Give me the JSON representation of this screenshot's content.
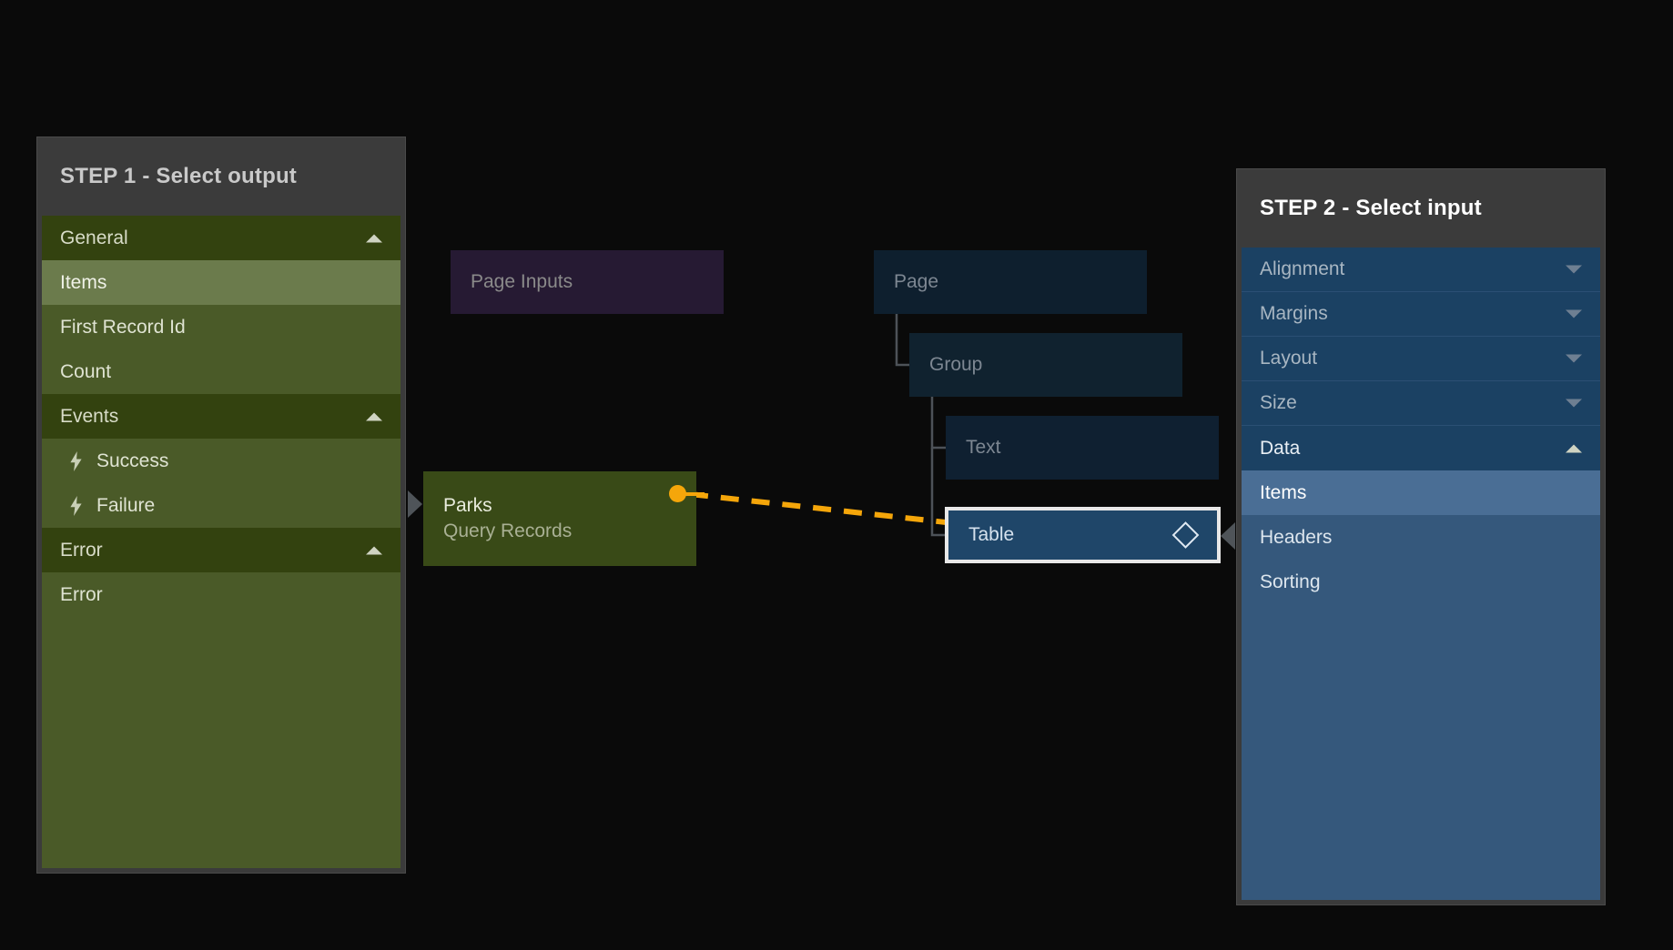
{
  "canvas": {
    "background": "#0a0a0a",
    "accent_orange": "#f5a60a",
    "selected_border": "#e8e8e8"
  },
  "step1": {
    "title": "STEP 1 - Select output",
    "header_color": "#3b3b3b",
    "body_color": "#4a5a28",
    "rows": [
      {
        "label": "General",
        "type": "group",
        "icon": "chevron-up-icon",
        "selected": false
      },
      {
        "label": "Items",
        "type": "leaf",
        "icon": "",
        "selected": true
      },
      {
        "label": "First Record Id",
        "type": "leaf",
        "icon": "",
        "selected": false
      },
      {
        "label": "Count",
        "type": "leaf",
        "icon": "",
        "selected": false
      },
      {
        "label": "Events",
        "type": "group",
        "icon": "chevron-up-icon",
        "selected": false
      },
      {
        "label": "Success",
        "type": "event",
        "icon": "lightning-icon",
        "selected": false
      },
      {
        "label": "Failure",
        "type": "event",
        "icon": "lightning-icon",
        "selected": false
      },
      {
        "label": "Error",
        "type": "group",
        "icon": "chevron-up-icon",
        "selected": false
      },
      {
        "label": "Error",
        "type": "leaf",
        "icon": "",
        "selected": false
      }
    ]
  },
  "step2": {
    "title": "STEP 2 - Select input",
    "header_color": "#3b3b3b",
    "body_color": "#35587c",
    "rows": [
      {
        "label": "Alignment",
        "type": "group",
        "icon": "chevron-down-icon",
        "selected": false,
        "active": false
      },
      {
        "label": "Margins",
        "type": "group",
        "icon": "chevron-down-icon",
        "selected": false,
        "active": false
      },
      {
        "label": "Layout",
        "type": "group",
        "icon": "chevron-down-icon",
        "selected": false,
        "active": false
      },
      {
        "label": "Size",
        "type": "group",
        "icon": "chevron-down-icon",
        "selected": false,
        "active": false
      },
      {
        "label": "Data",
        "type": "group",
        "icon": "chevron-up-icon",
        "selected": false,
        "active": true
      },
      {
        "label": "Items",
        "type": "leaf",
        "icon": "",
        "selected": true,
        "active": false
      },
      {
        "label": "Headers",
        "type": "leaf",
        "icon": "",
        "selected": false,
        "active": false
      },
      {
        "label": "Sorting",
        "type": "leaf",
        "icon": "",
        "selected": false,
        "active": false
      }
    ]
  },
  "nodes": {
    "page_inputs": {
      "label": "Page Inputs",
      "color": "#261a33"
    },
    "page": {
      "label": "Page",
      "color": "#0e1f2e"
    },
    "group": {
      "label": "Group",
      "color": "#10222f"
    },
    "text": {
      "label": "Text",
      "color": "#0f2031"
    },
    "parks": {
      "title": "Parks",
      "subtitle": "Query Records",
      "color": "#394a17"
    },
    "table": {
      "label": "Table",
      "color": "#1f4669",
      "badge_icon": "diamond-icon",
      "selected": true
    }
  },
  "connection": {
    "from": "parks",
    "to": "table",
    "style": "dashed",
    "color": "#f5a60a",
    "arrow_icon": "arrow-right-icon"
  }
}
